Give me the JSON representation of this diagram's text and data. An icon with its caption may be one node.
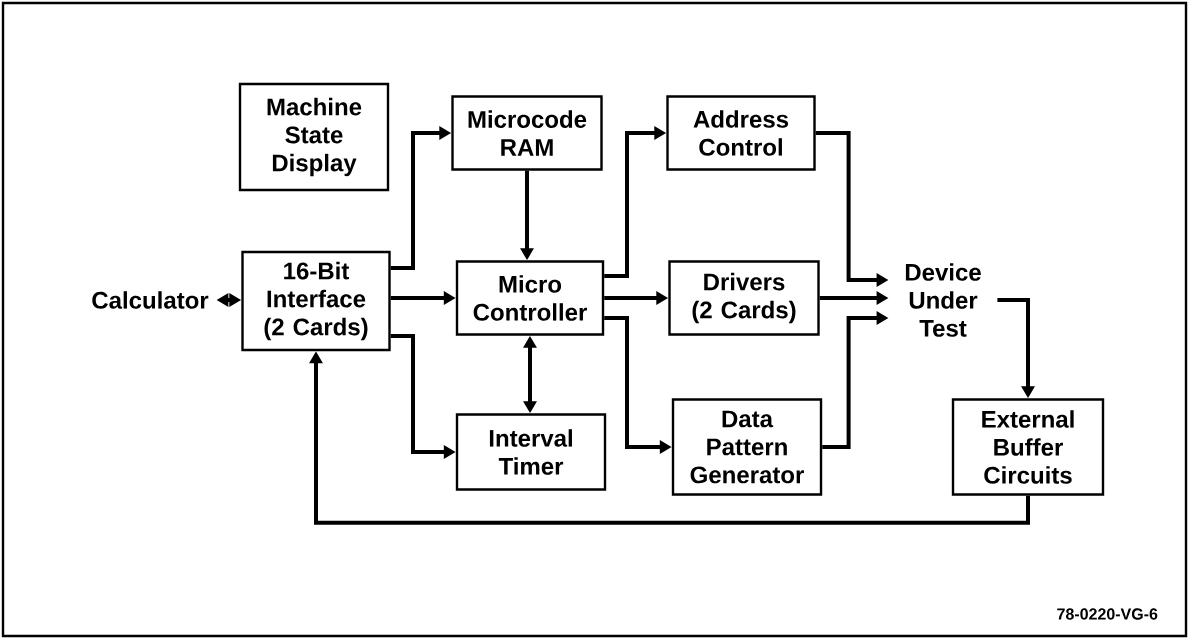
{
  "diagram": {
    "nodes": [
      {
        "text": [
          "Calculator"
        ]
      },
      {
        "text": [
          "Machine State Display"
        ]
      },
      {
        "text": [
          "Microcode RAM"
        ]
      },
      {
        "text": [
          "Address Control"
        ]
      },
      {
        "text": [
          "16-Bit Interface (2 Cards)"
        ]
      },
      {
        "text": [
          "Micro Controller"
        ]
      },
      {
        "text": [
          "Drivers (2 Cards)"
        ]
      },
      {
        "text": [
          "Device Under Test"
        ]
      },
      {
        "text": [
          "Interval Timer"
        ]
      },
      {
        "text": [
          "Data Pattern Generator"
        ]
      },
      {
        "text": [
          "External Buffer Circuits"
        ]
      }
    ],
    "edges": [
      {
        "from": 0,
        "to": 4,
        "arrow": "both"
      },
      {
        "from": 4,
        "to": 2,
        "arrow": "to"
      },
      {
        "from": 4,
        "to": 5,
        "arrow": "to"
      },
      {
        "from": 4,
        "to": 8,
        "arrow": "to"
      },
      {
        "from": 2,
        "to": 5,
        "arrow": "to"
      },
      {
        "from": 5,
        "to": 8,
        "arrow": "both"
      },
      {
        "from": 5,
        "to": 3,
        "arrow": "to"
      },
      {
        "from": 5,
        "to": 6,
        "arrow": "to"
      },
      {
        "from": 5,
        "to": 9,
        "arrow": "to"
      },
      {
        "from": 3,
        "to": 7,
        "arrow": "to"
      },
      {
        "from": 6,
        "to": 7,
        "arrow": "to"
      },
      {
        "from": 9,
        "to": 7,
        "arrow": "to"
      },
      {
        "from": 7,
        "to": 10,
        "arrow": "to"
      },
      {
        "from": 10,
        "to": 4,
        "arrow": "to"
      }
    ],
    "labels": [
      "78-0220-VG-6"
    ]
  }
}
